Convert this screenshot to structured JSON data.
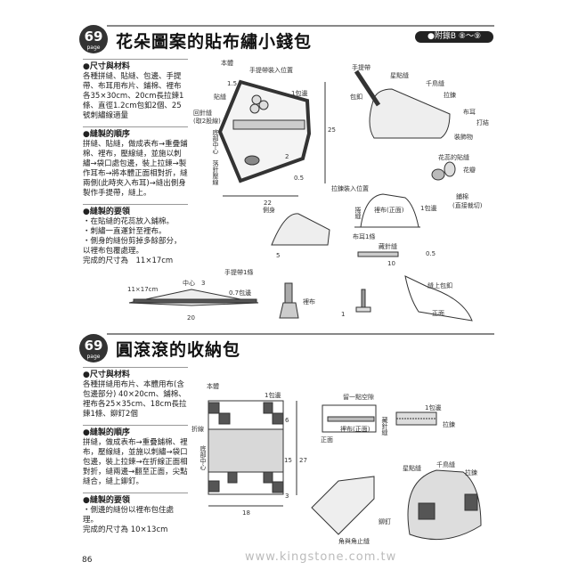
{
  "tag": "●附錄B ⑧～⑨",
  "page_number": "86",
  "watermark": "www.kingstone.com.tw",
  "sections": [
    {
      "badge_number": "69",
      "badge_sub": "page",
      "title": "花朵圖案的貼布繡小錢包",
      "materials_heading": "●尺寸與材料",
      "materials": "各種拼縫、貼縫、包邊、手提帶、布耳用布片、鋪棉、裡布各35×30cm、20cm長拉鍊1條、直徑1.2cm包釦2個、25號刺繡線適量",
      "steps_heading": "●縫製的順序",
      "steps": "拼縫、貼縫，做成表布→重疊鋪棉、裡布，壓線縫，並施以刺繡→袋口處包邊，裝上拉鍊→製作耳布→將本體正面相對折，縫兩側(此時夾入布耳)→縫出側身製作手提帶，縫上。",
      "tips_heading": "●縫製的要領",
      "tips": [
        "・在貼縫的花蕊放入鋪棉。",
        "・刺繡一直運針至裡布。",
        "・側身的縫份剪掉多餘部分，",
        "以裡布包覆處理。"
      ],
      "size": "完成的尺寸為　11×17cm",
      "labels": [
        "本體",
        "手提帶裝入位置",
        "1.5",
        "貼縫",
        "1包邊",
        "回針縫",
        "(取2股線)",
        "底部中心",
        "落針壓線",
        "25",
        "2",
        "0.5",
        "22",
        "手提帶",
        "星點縫",
        "千鳥縫",
        "包釦",
        "拉鍊",
        "布耳",
        "打結",
        "裝飾物",
        "花蕊的貼縫",
        "花瓣",
        "鋪棉",
        "(直接裁切)",
        "拉鍊裝入位置",
        "裡布(正面)",
        "1包邊",
        "捲縫",
        "側身",
        "5",
        "布耳1條",
        "藏針縫",
        "0.5",
        "10",
        "手提帶1條",
        "11×17cm",
        "中心",
        "3",
        "0.7包邊",
        "20",
        "裡布",
        "1",
        "縫上包釦",
        "正面"
      ]
    },
    {
      "badge_number": "69",
      "badge_sub": "page",
      "title": "圓滾滾的收納包",
      "materials_heading": "●尺寸與材料",
      "materials": "各種拼縫用布片、本體用布(含包邊部分) 40×20cm、鋪棉、裡布各25×35cm、18cm長拉鍊1條、鉚釘2個",
      "steps_heading": "●縫製的順序",
      "steps": "拼縫，做成表布→重疊鋪棉、裡布，壓線縫，並施以刺繡→袋口包邊，裝上拉鍊→在折線正面相對折，縫兩邊→翻至正面，尖點縫合，縫上鉚釘。",
      "tips_heading": "●縫製的要領",
      "tips": [
        "・側邊的縫份以裡布包住處理。"
      ],
      "size": "完成的尺寸為 10×13cm",
      "labels": [
        "本體",
        "1包邊",
        "折線",
        "底部中心",
        "6",
        "15",
        "27",
        "3",
        "18",
        "留一點空隙",
        "正面",
        "裡布(正面)",
        "藏針縫",
        "1包邊",
        "拉鍊",
        "星點縫",
        "千鳥縫",
        "拉鍊",
        "鉚釘",
        "角與角止縫"
      ]
    }
  ]
}
